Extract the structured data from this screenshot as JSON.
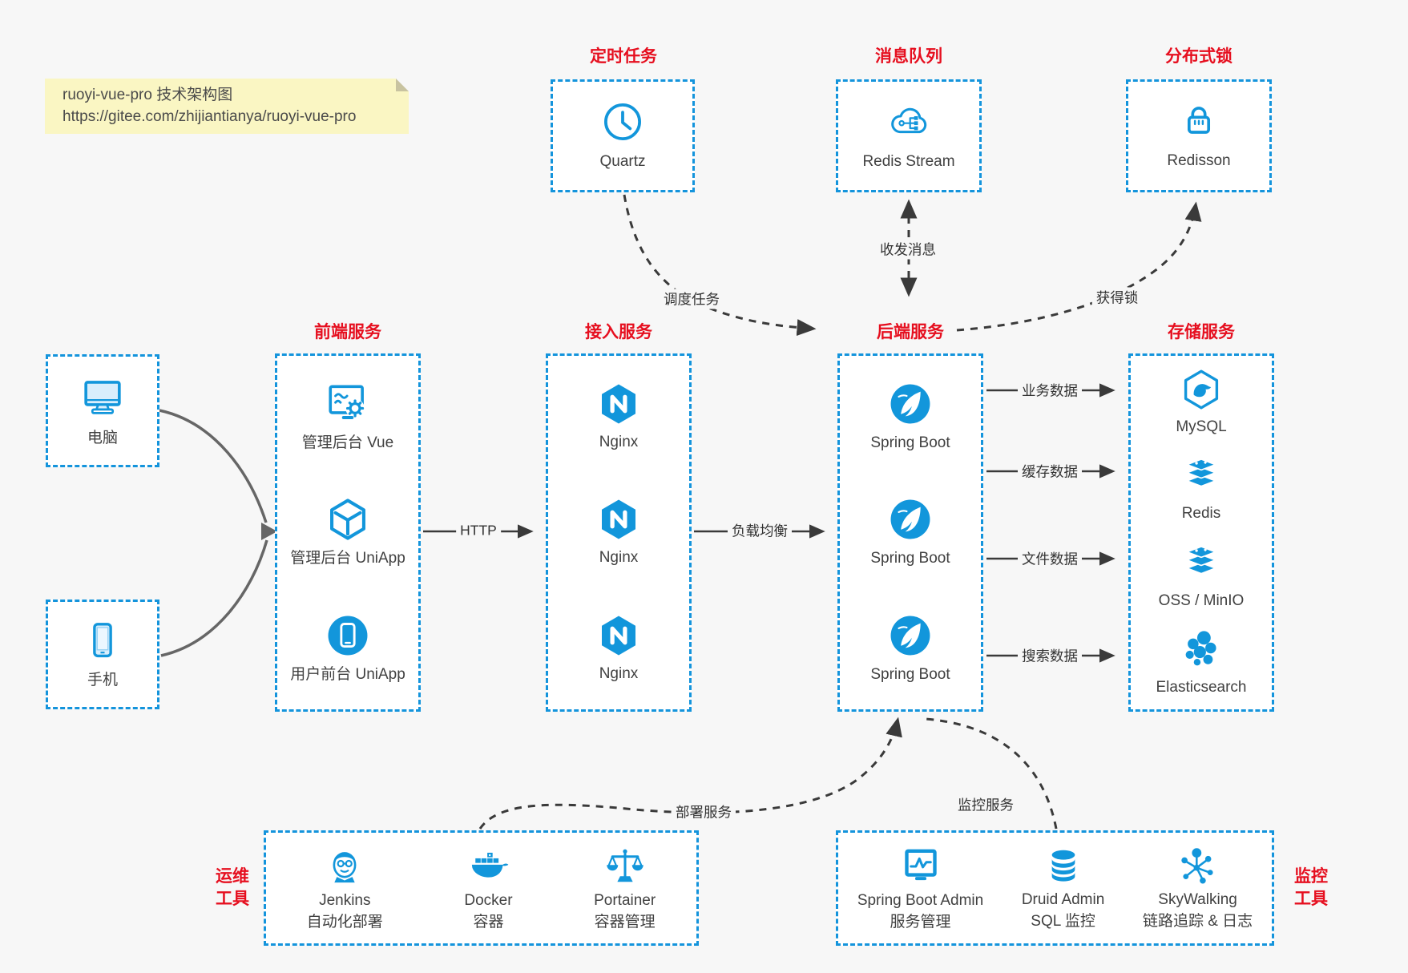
{
  "note": {
    "line1": "ruoyi-vue-pro 技术架构图",
    "line2": "https://gitee.com/zhijiantianya/ruoyi-vue-pro"
  },
  "colors": {
    "page_bg": "#f7f7f7",
    "accent_blue": "#1296db",
    "panel_border": "#1494dc",
    "title_red": "#e60f1f",
    "edge_dark": "#3a3a3a",
    "edge_gray": "#666666",
    "note_bg": "#faf6c3"
  },
  "groups": {
    "scheduled": {
      "title": "定时任务",
      "items": [
        {
          "label": "Quartz",
          "icon": "clock-icon"
        }
      ]
    },
    "mq": {
      "title": "消息队列",
      "items": [
        {
          "label": "Redis Stream",
          "icon": "cloud-stream-icon"
        }
      ]
    },
    "lock": {
      "title": "分布式锁",
      "items": [
        {
          "label": "Redisson",
          "icon": "lock-icon"
        }
      ]
    },
    "clients": {
      "items": [
        {
          "label": "电脑",
          "icon": "desktop-icon"
        },
        {
          "label": "手机",
          "icon": "smartphone-icon"
        }
      ]
    },
    "frontend": {
      "title": "前端服务",
      "items": [
        {
          "label": "管理后台 Vue",
          "icon": "admin-vue-icon"
        },
        {
          "label": "管理后台 UniApp",
          "icon": "uniapp-cube-icon"
        },
        {
          "label": "用户前台 UniApp",
          "icon": "user-app-icon"
        }
      ]
    },
    "gateway": {
      "title": "接入服务",
      "items": [
        {
          "label": "Nginx",
          "icon": "nginx-icon"
        },
        {
          "label": "Nginx",
          "icon": "nginx-icon"
        },
        {
          "label": "Nginx",
          "icon": "nginx-icon"
        }
      ]
    },
    "backend": {
      "title": "后端服务",
      "items": [
        {
          "label": "Spring Boot",
          "icon": "spring-boot-icon"
        },
        {
          "label": "Spring Boot",
          "icon": "spring-boot-icon"
        },
        {
          "label": "Spring Boot",
          "icon": "spring-boot-icon"
        }
      ]
    },
    "storage": {
      "title": "存储服务",
      "items": [
        {
          "label": "MySQL",
          "icon": "mysql-icon"
        },
        {
          "label": "Redis",
          "icon": "redis-icon"
        },
        {
          "label": "OSS / MinIO",
          "icon": "oss-minio-icon"
        },
        {
          "label": "Elasticsearch",
          "icon": "elasticsearch-icon"
        }
      ]
    },
    "devops": {
      "title_line1": "运维",
      "title_line2": "工具",
      "items": [
        {
          "name": "Jenkins",
          "desc": "自动化部署",
          "icon": "jenkins-icon"
        },
        {
          "name": "Docker",
          "desc": "容器",
          "icon": "docker-icon"
        },
        {
          "name": "Portainer",
          "desc": "容器管理",
          "icon": "portainer-icon"
        }
      ]
    },
    "monitoring": {
      "title_line1": "监控",
      "title_line2": "工具",
      "items": [
        {
          "name": "Spring Boot Admin",
          "desc": "服务管理",
          "icon": "sba-icon"
        },
        {
          "name": "Druid Admin",
          "desc": "SQL 监控",
          "icon": "druid-icon"
        },
        {
          "name": "SkyWalking",
          "desc": "链路追踪 & 日志",
          "icon": "skywalking-icon"
        }
      ]
    }
  },
  "edges": {
    "schedule": "调度任务",
    "message": "收发消息",
    "acquire_lock": "获得锁",
    "http": "HTTP",
    "load_balance": "负载均衡",
    "business_data": "业务数据",
    "cache_data": "缓存数据",
    "file_data": "文件数据",
    "search_data": "搜索数据",
    "deploy": "部署服务",
    "monitor": "监控服务"
  }
}
